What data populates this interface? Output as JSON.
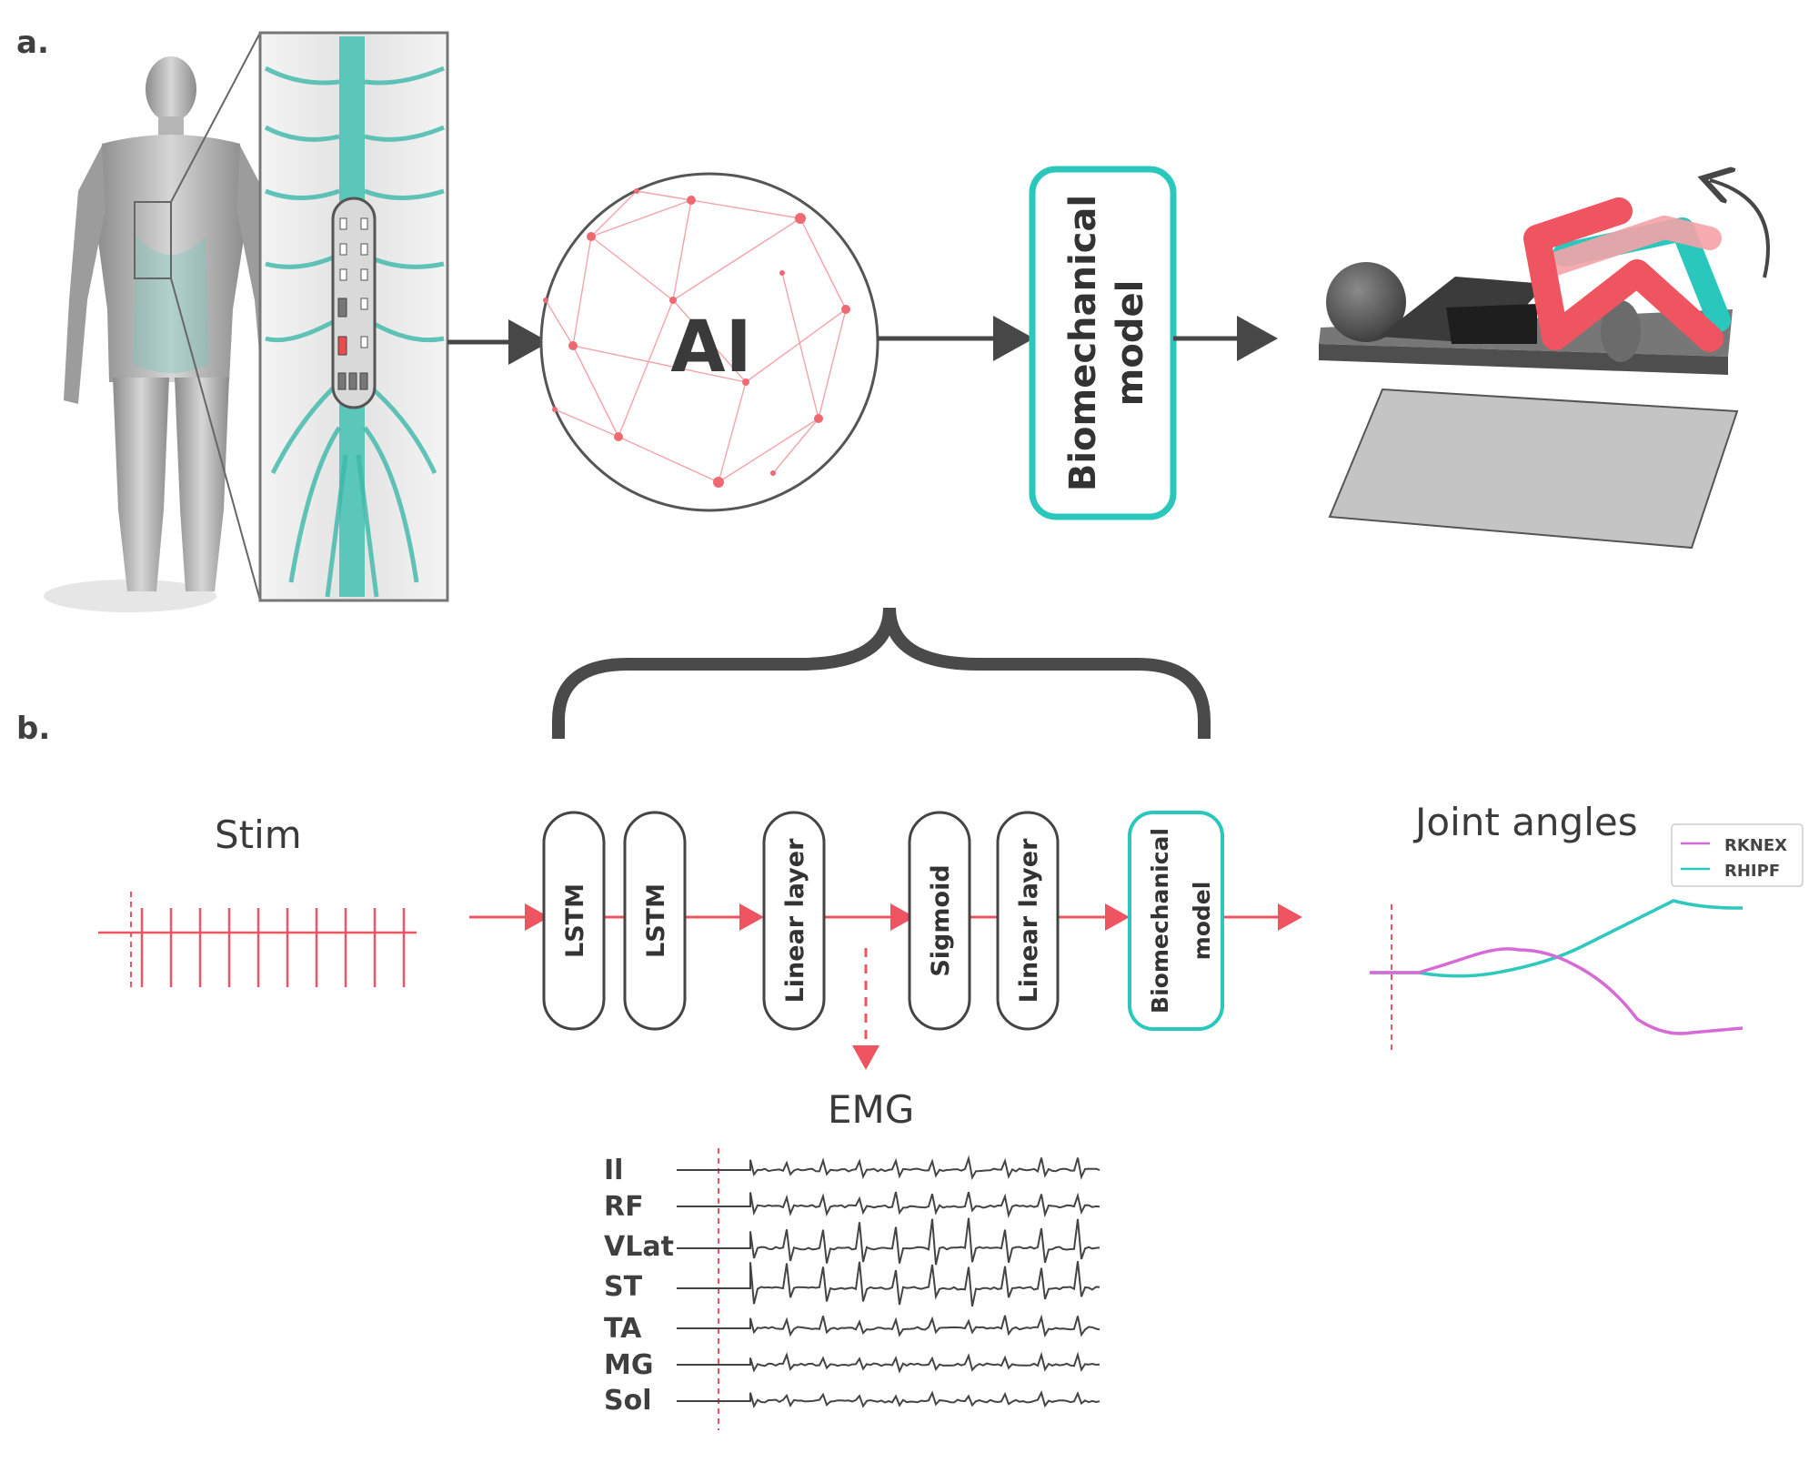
{
  "panel_labels": {
    "a": "a.",
    "b": "b."
  },
  "panel_a": {
    "ai_label": "AI",
    "bio_box": {
      "line1": "Biomechanical",
      "line2": "model"
    }
  },
  "panel_b": {
    "stim_label": "Stim",
    "boxes": [
      {
        "id": "lstm1",
        "label": "LSTM"
      },
      {
        "id": "lstm2",
        "label": "LSTM"
      },
      {
        "id": "linear1",
        "label": "Linear layer"
      },
      {
        "id": "sigmoid",
        "label": "Sigmoid"
      },
      {
        "id": "linear2",
        "label": "Linear layer"
      },
      {
        "id": "bio",
        "line1": "Biomechanical",
        "line2": "model"
      }
    ],
    "emg_label": "EMG",
    "emg_channels": [
      "Il",
      "RF",
      "VLat",
      "ST",
      "TA",
      "MG",
      "Sol"
    ],
    "joint_label": "Joint angles",
    "legend": [
      {
        "name": "RKNEX",
        "color": "#d66ad6"
      },
      {
        "name": "RHIPF",
        "color": "#2ec9bd"
      }
    ]
  },
  "colors": {
    "accent_red": "#ef5560",
    "accent_teal": "#2ac7bd",
    "dark": "#474747"
  }
}
